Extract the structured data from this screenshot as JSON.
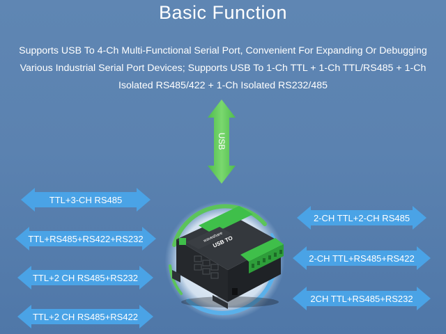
{
  "title": "Basic Function",
  "description": {
    "line1": "Supports USB To 4-Ch Multi-Functional Serial Port, Convenient For Expanding Or Debugging",
    "line2": "Various Industrial Serial Port Devices; Supports USB To 1-Ch TTL + 1-Ch TTL/RS485 + 1-Ch",
    "line3": "Isolated RS485/422 + 1-Ch Isolated RS232/485"
  },
  "usb_label": "USB",
  "left_modes": [
    "TTL+3-CH RS485",
    "TTL+RS485+RS422+RS232",
    "TTL+2 CH RS485+RS232",
    "TTL+2 CH RS485+RS422"
  ],
  "right_modes": [
    "2-CH TTL+2-CH RS485",
    "2-CH TTL+RS485+RS422",
    "2CH TTL+RS485+RS232"
  ],
  "device": {
    "brand": "waveshare",
    "model": "USB TO"
  },
  "colors": {
    "background": "#5b82b0",
    "arrow_blue": "#4aa3e6",
    "arrow_green": "#5cc45a",
    "ring_blue": "#5ab0ea",
    "ring_green": "#53c04d",
    "device_body": "#2a2d31",
    "terminal_green": "#3fbf4a"
  }
}
